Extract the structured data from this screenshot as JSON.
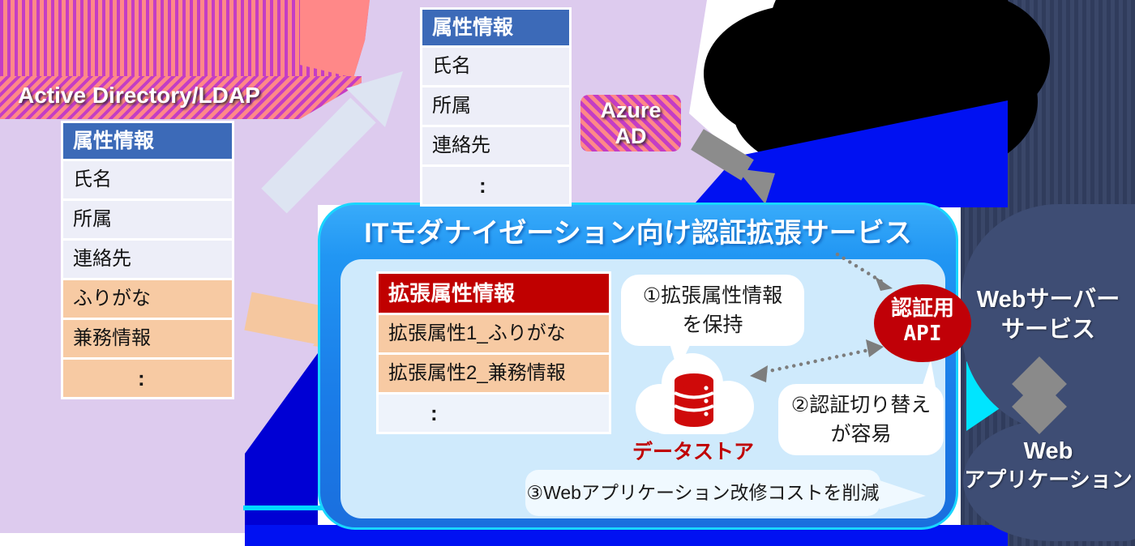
{
  "ad_ldap_label": "Active Directory/LDAP",
  "azure_ad": {
    "lines": [
      "Azure",
      "AD"
    ]
  },
  "ad_table": {
    "header": "属性情報",
    "rows": [
      "氏名",
      "所属",
      "連絡先",
      "ふりがな",
      "兼務情報",
      ":"
    ]
  },
  "azure_table": {
    "header": "属性情報",
    "rows": [
      "氏名",
      "所属",
      "連絡先",
      ":"
    ]
  },
  "service": {
    "title": "ITモダナイゼーション向け認証拡張サービス",
    "ext_table": {
      "header": "拡張属性情報",
      "rows": [
        "拡張属性1_ふりがな",
        "拡張属性2_兼務情報",
        ":"
      ]
    },
    "bubble1": {
      "lines": [
        "①拡張属性情報",
        "を保持"
      ]
    },
    "bubble2": {
      "lines": [
        "②認証切り替え",
        "が容易"
      ]
    },
    "bubble3": {
      "text": "③Webアプリケーション改修コストを削減"
    },
    "datastore_label": "データストア",
    "api": {
      "lines": [
        "認証用",
        "API"
      ]
    }
  },
  "web_server": {
    "lines": [
      "Webサーバー",
      "サービス"
    ]
  },
  "web_app": {
    "lines": [
      "Web",
      "アプリケーション"
    ]
  },
  "colors": {
    "background_purple": "#ddcbee",
    "stripe_magenta": "#c43dc4",
    "stripe_salmon": "#ff8888",
    "table_header_blue": "#3c6ab8",
    "row_light": "#edeef8",
    "row_orange": "#f7caa3",
    "ext_header_red": "#c00000",
    "service_border_blue": "#2196f3",
    "service_panel_blue": "#cfeafc",
    "backdrop_blue": "#0011f2",
    "api_red": "#c00007",
    "navy": "#3e4d74",
    "black_cloud": "#000000",
    "arrow_gray": "#8c8c8c",
    "datastore_red": "#c00000",
    "cyan_accent": "#00d9ff"
  }
}
